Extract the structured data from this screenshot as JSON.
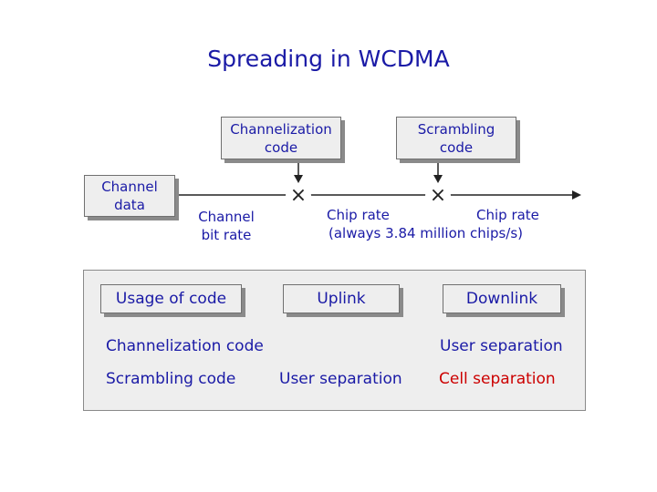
{
  "title": "Spreading in WCDMA",
  "diagram": {
    "channel_data": "Channel\ndata",
    "channelization_code": "Channelization\ncode",
    "scrambling_code": "Scrambling\ncode",
    "channel_bit_rate": "Channel\nbit rate",
    "chip_rate_1": "Chip rate",
    "chip_rate_2": "Chip rate",
    "chip_rate_note": "(always 3.84 million chips/s)",
    "multiplier_symbol": "×"
  },
  "table": {
    "headers": [
      "Usage of code",
      "Uplink",
      "Downlink"
    ],
    "rows": [
      {
        "label": "Channelization code",
        "uplink": "",
        "downlink": "User separation"
      },
      {
        "label": "Scrambling code",
        "uplink": "User separation",
        "downlink": "Cell separation"
      }
    ],
    "colors": {
      "text": "#1a1aa6",
      "highlight": "#cc0000"
    }
  }
}
